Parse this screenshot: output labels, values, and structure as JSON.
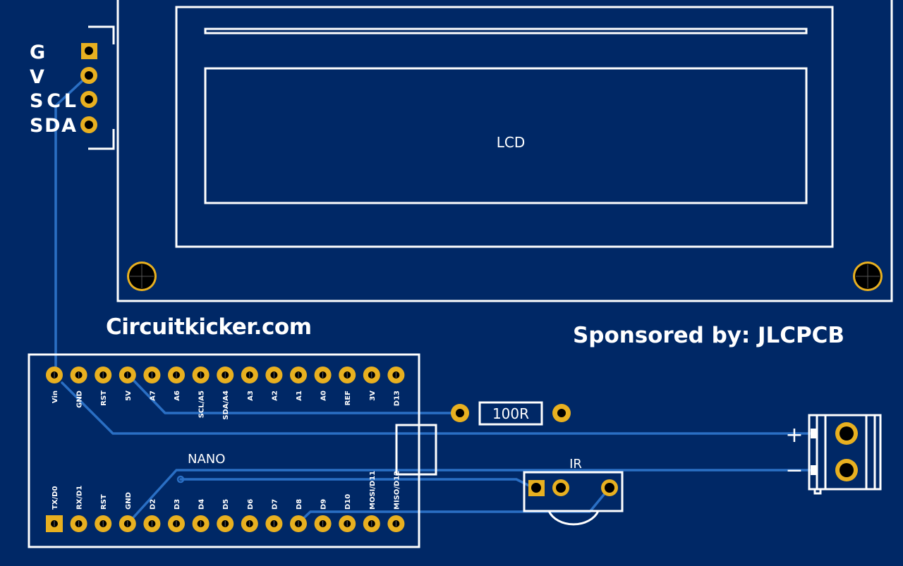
{
  "board": {
    "background_color": "#002866",
    "trace_color": "#2a6fc4",
    "pad_color": "#e8b020",
    "silk_color": "#ffffff"
  },
  "i2c_header": {
    "pins": [
      "G",
      "V",
      "SCL",
      "SDA"
    ]
  },
  "lcd": {
    "label": "LCD"
  },
  "texts": {
    "website": "Circuitkicker.com",
    "sponsor": "Sponsored by: JLCPCB"
  },
  "nano": {
    "label": "NANO",
    "top_pins": [
      "Vin",
      "GND",
      "RST",
      "5V",
      "A7",
      "A6",
      "SCL/A5",
      "SDA/A4",
      "A3",
      "A2",
      "A1",
      "A0",
      "REF",
      "3V",
      "D13"
    ],
    "bottom_pins": [
      "TX/D0",
      "RX/D1",
      "RST",
      "GND",
      "D2",
      "D3",
      "D4",
      "D5",
      "D6",
      "D7",
      "D8",
      "D9",
      "D10",
      "MOSI/D11",
      "MISO/D12"
    ]
  },
  "resistor": {
    "label": "100R"
  },
  "ir_sensor": {
    "label": "IR"
  },
  "power_terminal": {
    "plus_label": "+",
    "minus_label": "−"
  }
}
